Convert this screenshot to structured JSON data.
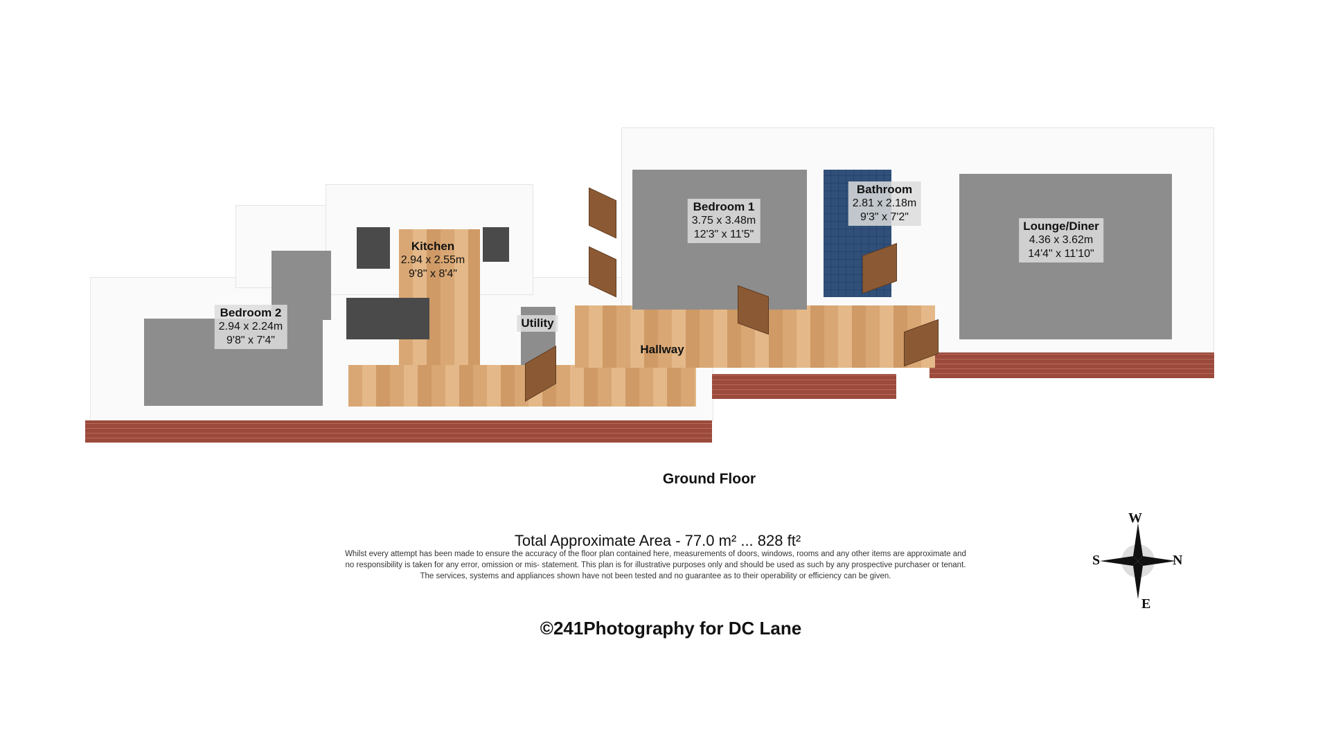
{
  "floor_title": "Ground Floor",
  "rooms": [
    {
      "name": "Bedroom 2",
      "metric": "2.94 x 2.24m",
      "imperial": "9'8\" x 7'4\""
    },
    {
      "name": "Kitchen",
      "metric": "2.94 x 2.55m",
      "imperial": "9'8\" x 8'4\""
    },
    {
      "name": "Utility"
    },
    {
      "name": "Hallway"
    },
    {
      "name": "Bedroom 1",
      "metric": "3.75 x 3.48m",
      "imperial": "12'3\" x 11'5\""
    },
    {
      "name": "Bathroom",
      "metric": "2.81 x 2.18m",
      "imperial": "9'3\" x 7'2\""
    },
    {
      "name": "Lounge/Diner",
      "metric": "4.36 x 3.62m",
      "imperial": "14'4\" x 11'10\""
    }
  ],
  "total_area": "Total Approximate Area - 77.0 m² ... 828 ft²",
  "disclaimer": [
    "Whilst every attempt has been made to ensure the accuracy of the floor plan contained here, measurements of doors, windows, rooms and any other items are approximate and",
    "no responsibility is taken for any error, omission or mis- statement.  This plan is for illustrative purposes only and should be used as such by any prospective purchaser or tenant.",
    "The services, systems and appliances shown have not been tested and no guarantee as to their operability or efficiency can be given."
  ],
  "copyright": "©241Photography for DC Lane",
  "compass": {
    "w": "W",
    "s": "S",
    "n": "N",
    "e": "E"
  }
}
